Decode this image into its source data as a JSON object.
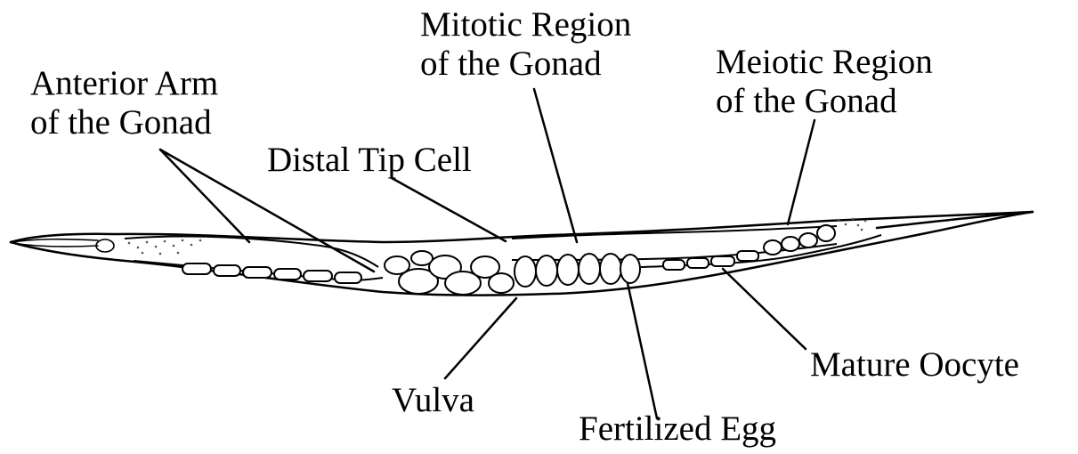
{
  "figure": {
    "colors": {
      "ink": "#000000",
      "background": "#ffffff",
      "stipple": "#555555"
    },
    "labels": {
      "anterior_arm": [
        "Anterior Arm",
        "of the Gonad"
      ],
      "mitotic_region": [
        "Mitotic Region",
        "of the Gonad"
      ],
      "meiotic_region": [
        "Meiotic Region",
        "of the Gonad"
      ],
      "distal_tip_cell": "Distal Tip Cell",
      "vulva": "Vulva",
      "fertilized_egg": "Fertilized Egg",
      "mature_oocyte": "Mature Oocyte"
    }
  }
}
